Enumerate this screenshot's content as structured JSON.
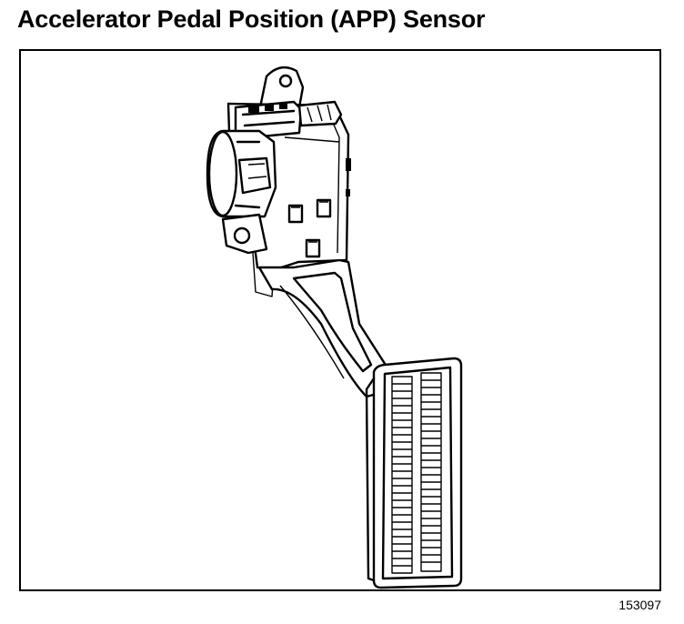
{
  "title": "Accelerator Pedal Position (APP) Sensor",
  "figure_number": "153097",
  "colors": {
    "line": "#000000",
    "background": "#ffffff"
  },
  "icons": [
    "app-sensor-assembly-illustration"
  ]
}
